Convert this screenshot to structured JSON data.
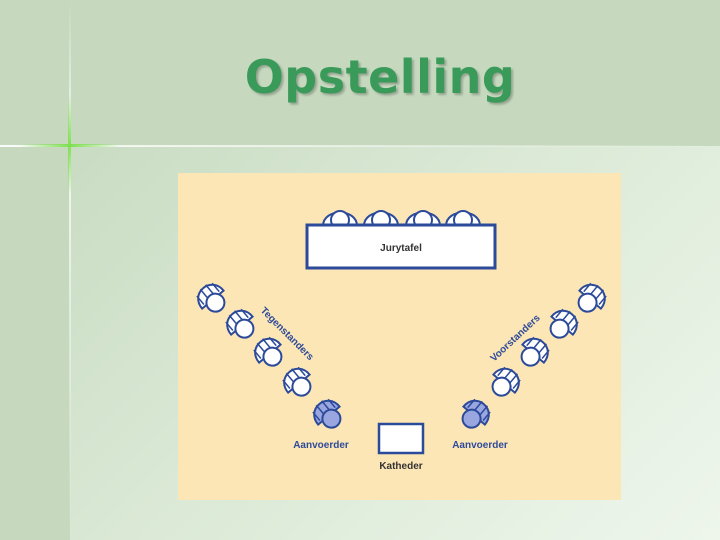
{
  "slide": {
    "title": "Opstelling"
  },
  "diagram": {
    "jury_table_label": "Jurytafel",
    "opponents_label": "Tegenstanders",
    "proponents_label": "Voorstanders",
    "left_captain_label": "Aanvoerder",
    "right_captain_label": "Aanvoerder",
    "lectern_label": "Katheder",
    "colors": {
      "background": "#fde6b5",
      "outline": "#2c4a9a",
      "captain_fill": "#9aa6e0"
    }
  }
}
